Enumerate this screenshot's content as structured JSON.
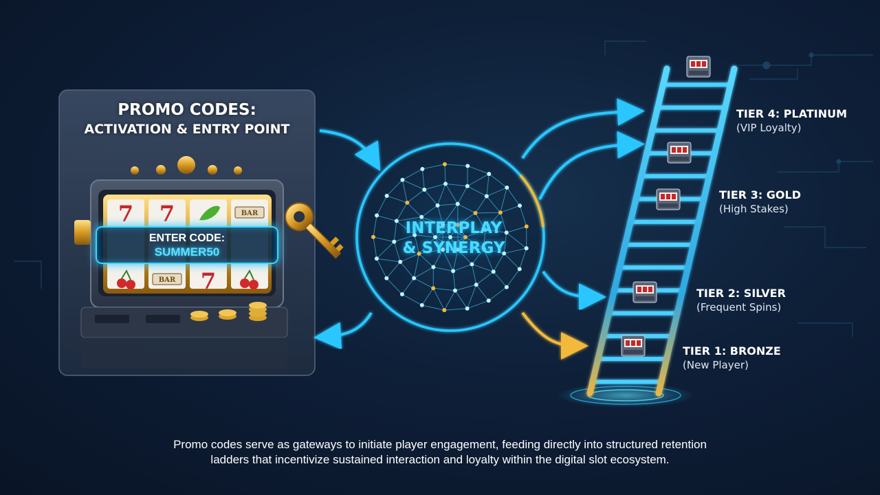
{
  "promo_panel": {
    "title_line1": "PROMO CODES:",
    "title_line2": "ACTIVATION & ENTRY POINT",
    "code_label": "ENTER CODE:",
    "code_value": "SUMMER50",
    "reel_symbols": [
      "7",
      "7",
      "BAR",
      "BAR",
      "7"
    ]
  },
  "hub": {
    "line1": "INTERPLAY",
    "line2": "& SYNERGY"
  },
  "tiers": [
    {
      "name": "TIER 4: PLATINUM",
      "subtitle": "(VIP Loyalty)"
    },
    {
      "name": "TIER 3: GOLD",
      "subtitle": "(High Stakes)"
    },
    {
      "name": "TIER 2: SILVER",
      "subtitle": "(Frequent Spins)"
    },
    {
      "name": "TIER 1: BRONZE",
      "subtitle": "(New Player)"
    }
  ],
  "caption_line1": "Promo codes serve as gateways to initiate player engagement, feeding directly into structured retention",
  "caption_line2": "ladders that incentivize sustained interaction and loyalty within the digital slot ecosystem.",
  "colors": {
    "cyan": "#2cc6ff",
    "gold": "#f2b93b",
    "background": "#0e1f38"
  }
}
